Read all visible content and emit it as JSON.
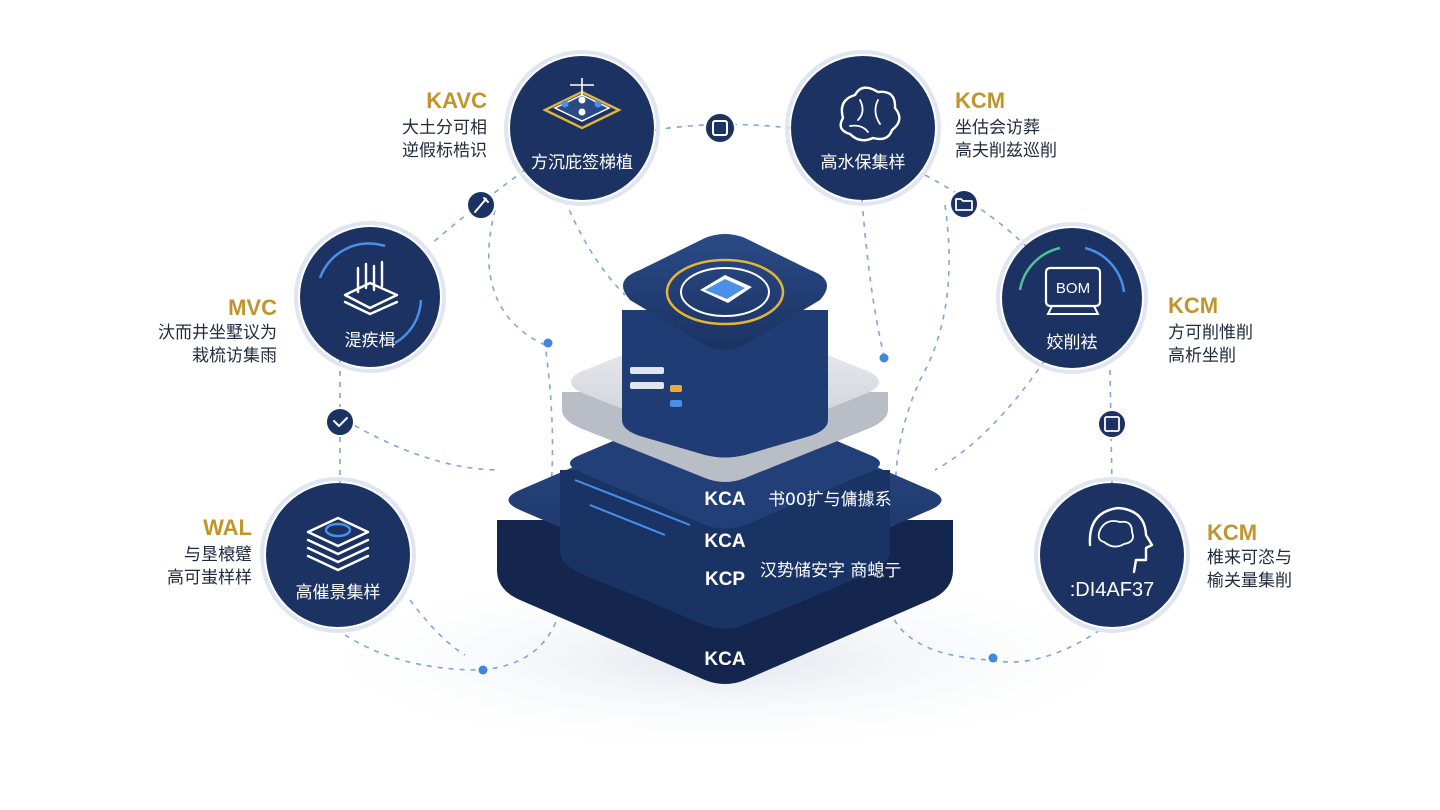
{
  "nodes": {
    "top_left": {
      "tag": "KAVC",
      "desc1": "大土分可相",
      "desc2": "逆假标梏识",
      "label": "方沉庇签梯植"
    },
    "mid_left": {
      "tag": "MVC",
      "desc1": "汏而井坐墅议为",
      "desc2": "栽梳访集雨",
      "label": "湜疾楫"
    },
    "bottom_left": {
      "tag": "WAL",
      "desc1": "与垦榱躄",
      "desc2": "高可蚩样样",
      "label": "高催景集样"
    },
    "top_right": {
      "tag": "KCM",
      "desc1": "坐估会访葬",
      "desc2": "高夫削兹巡削",
      "label": "高水保集样"
    },
    "mid_right": {
      "tag": "KCM",
      "desc1": "方可削惟削",
      "desc2": "高析坐削",
      "label": "姣削袪",
      "screen_text": "BOM"
    },
    "bottom_right": {
      "tag": "KCM",
      "desc1": "椎来可恣与",
      "desc2": "榆关量集削",
      "label": ":DI4AF37"
    }
  },
  "stack": {
    "layer1_a": "KCA",
    "layer1_b": "KCA",
    "layer1_c": "KCP",
    "layer_base": "KCA",
    "note1": "书00扩与傭據系",
    "note2": "汉势储安字  商螅亍"
  },
  "colors": {
    "navy": "#1b3262",
    "gold": "#c2952c",
    "connector": "#7fa7da",
    "dot": "#3f86e0",
    "accent_orange": "#f0a830",
    "accent_blue": "#4a8fe8"
  },
  "icons": {
    "top_left": "network-board-icon",
    "mid_left": "server-stack-icon",
    "bottom_left": "database-stack-icon",
    "top_right": "brain-icon",
    "mid_right": "monitor-icon",
    "bottom_right": "head-brain-icon",
    "badges": [
      "square-icon",
      "pen-icon",
      "folder-icon",
      "check-icon",
      "document-icon"
    ]
  }
}
